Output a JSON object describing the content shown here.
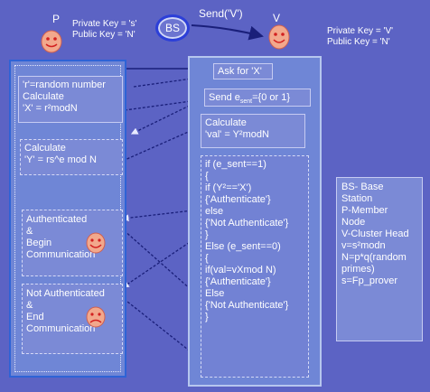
{
  "nodes": {
    "p_label": "P",
    "v_label": "V",
    "bs_label": "BS",
    "send_label": "Send('V')"
  },
  "keys": {
    "p_private": "Private Key = 's'",
    "p_public": "Public Key = 'N'",
    "v_private": "Private Key = 'V'",
    "v_public": "Public Key = 'N'"
  },
  "left_boxes": {
    "random": [
      "'r'=random number",
      "Calculate",
      "'X' = r²modN"
    ],
    "calc_y": [
      "Calculate",
      "'Y' = rs^e mod N"
    ],
    "auth": [
      "Authenticated",
      "&",
      "Begin",
      "Communication"
    ],
    "not_auth": [
      "Not Authenticated",
      "&",
      "End",
      "Communication"
    ]
  },
  "right_boxes": {
    "ask": "Ask for 'X'",
    "send_prefix": "Send e",
    "send_sub": "sent",
    "send_suffix": "={0 or 1}",
    "calc_val_1": "Calculate",
    "calc_val_2": "'val' = Y²modN",
    "logic": [
      "if (e_sent==1)",
      "{",
      "if (Y²=='X')",
      "{'Authenticate'}",
      "else",
      "{'Not Authenticate'}",
      "}",
      "Else (e_sent==0)",
      "{",
      "if(val=vXmod N)",
      "{'Authenticate'}",
      "Else",
      "{'Not Authenticate'}",
      "}"
    ]
  },
  "legend": [
    "BS- Base",
    "Station",
    "P-Member",
    "Node",
    "V-Cluster Head",
    "v=s²modn",
    "N=p*q(random",
    "primes)",
    "s=Fp_prover"
  ],
  "colors": {
    "background": "#5c63c4",
    "box_fill": "#7b8ad6",
    "face_fill": "#f2a88c",
    "face_feature": "#d22020",
    "bs_ring": "#2c3fd8",
    "arrow": "#1a1f7a"
  }
}
